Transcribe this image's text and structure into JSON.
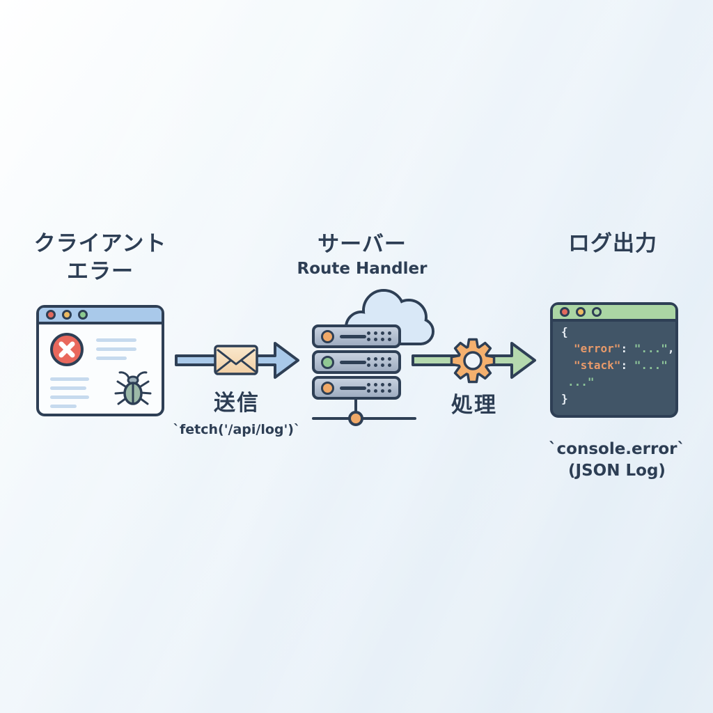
{
  "client": {
    "label_line1": "クライアント",
    "label_line2": "エラー"
  },
  "server": {
    "label": "サーバー",
    "sublabel": "Route Handler"
  },
  "log": {
    "label": "ログ出力",
    "caption_line1": "`console.error`",
    "caption_line2": "(JSON Log)"
  },
  "send_arrow": {
    "label": "送信",
    "code": "`fetch('/api/log')`"
  },
  "process_arrow": {
    "label": "処理"
  },
  "code_window": {
    "open_brace": "{",
    "line2": {
      "key": "\"error\"",
      "sep": ": ",
      "val": "\"...\"",
      "tail": ","
    },
    "line3": {
      "key": "\"stack\"",
      "sep": ": ",
      "val": "\"...\"",
      "tail": ""
    },
    "line4": {
      "val": "...\""
    },
    "close_brace": "}"
  },
  "icons": [
    "browser-window-icon",
    "traffic-light-dots-icon",
    "error-cross-icon",
    "bug-icon",
    "envelope-icon",
    "arrow-right-icon",
    "server-stack-icon",
    "cloud-icon",
    "network-node-icon",
    "gear-icon",
    "code-window-icon"
  ],
  "colors": {
    "outline": "#2e3f55",
    "text": "#2d3e54",
    "background_top": "#ffffff",
    "background_bottom": "#e1ecf5",
    "blue_arrow": "#a9c9e9",
    "green_arrow": "#b5d9ae",
    "gear_orange": "#f4b06e",
    "envelope": "#f8e4c7",
    "browser_bar_blue": "#a9c9ea",
    "code_bar_green": "#abd6a4",
    "code_background": "#415567",
    "code_key_orange": "#e89a6a",
    "code_value_green": "#8fc79a",
    "code_punct_white": "#eaf0f6",
    "error_red": "#e9685c",
    "bug_green": "#9cb9a8",
    "server_gray_light": "#c7d1df",
    "server_gray_dark": "#9fadc1",
    "cloud_blue": "#d9e8f7",
    "node_orange": "#f0a968",
    "skeleton_line": "#c6daee"
  }
}
